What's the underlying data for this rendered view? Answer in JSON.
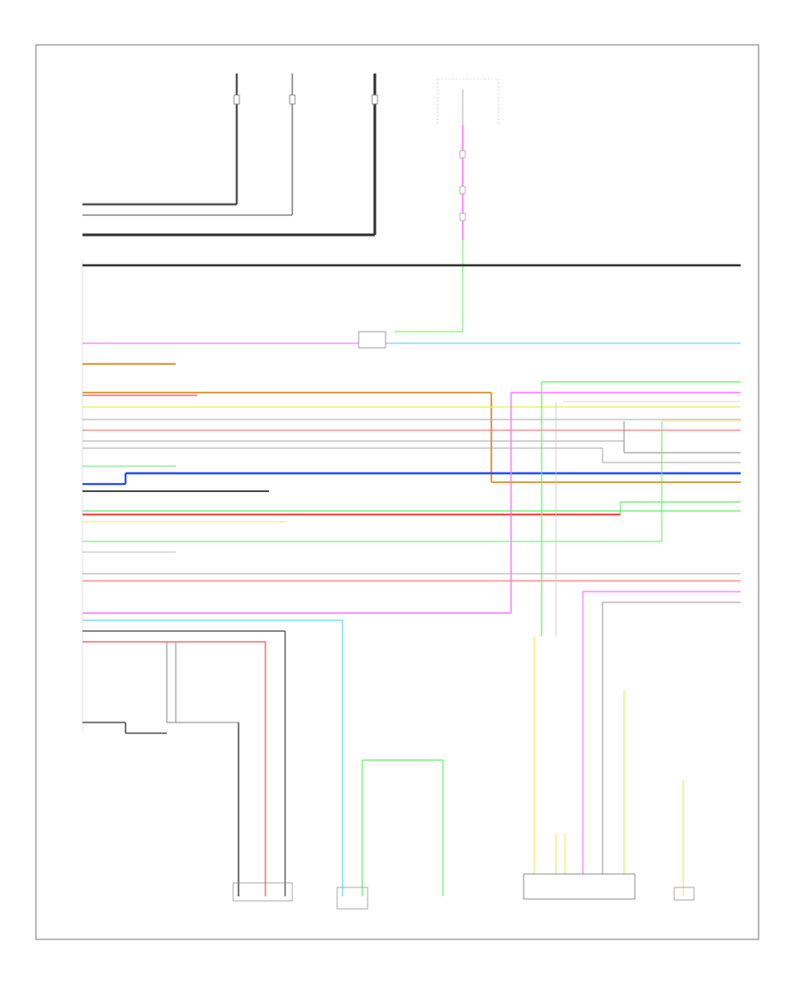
{
  "page_label": "",
  "footer_code": "",
  "top_feeds": [
    {
      "id": "fuse-a",
      "label": ""
    },
    {
      "id": "fuse-b",
      "label": ""
    },
    {
      "id": "fuse-c",
      "label": ""
    },
    {
      "id": "fuse-d",
      "label": ""
    }
  ],
  "feed_d_note": "",
  "left_pins": [
    "",
    "",
    "",
    "",
    "",
    "",
    "",
    "",
    "",
    "",
    "",
    "",
    "",
    "",
    "",
    "",
    "",
    "",
    ""
  ],
  "left_connector_note": "",
  "labels": {
    "antenna_note_1": "",
    "antenna_note_2": "",
    "relay_note": "",
    "ground_note": "",
    "front_speaker_note": "",
    "sensor_note": "",
    "camera_note": "",
    "remote_control_note": "",
    "rear_speaker_note": "",
    "connector_note_1": "",
    "connector_note_2": "",
    "connector_note_3": "",
    "connector_note_4": ""
  },
  "colors": {
    "black": "#222222",
    "gray": "#8a8a8a",
    "pink": "#ff5cff",
    "lt_blue": "#66ddff",
    "orange": "#d9a04a",
    "red": "#ff4d4d",
    "blue": "#2d4dff",
    "yellow": "#e8ee6a",
    "green": "#66ee66",
    "frame": "#777777"
  }
}
